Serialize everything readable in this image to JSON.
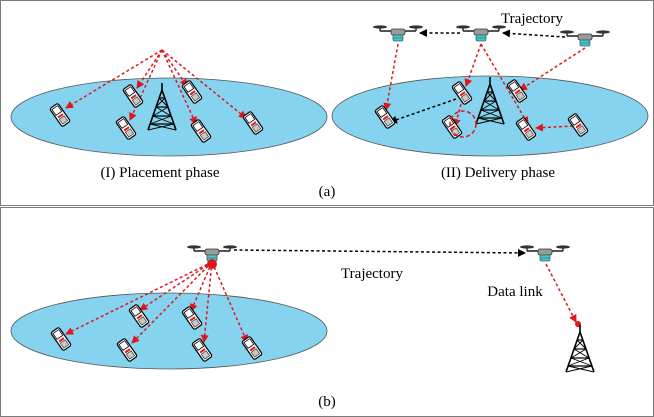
{
  "panel_a": {
    "sub1_label": "(I) Placement phase",
    "sub2_label": "(II) Delivery phase",
    "trajectory_label": "Trajectory",
    "caption": "(a)"
  },
  "panel_b": {
    "trajectory_label": "Trajectory",
    "data_link_label": "Data link",
    "caption": "(b)"
  },
  "colors": {
    "ground_fill": "#86d3f0",
    "link_red": "#e0161d",
    "trajectory_black": "#000000",
    "frame": "#7a7a7a",
    "drone_body": "#4fc0c8"
  },
  "icons": [
    "cell-tower-icon",
    "mobile-phone-icon",
    "drone-icon",
    "cache-circle-icon"
  ]
}
